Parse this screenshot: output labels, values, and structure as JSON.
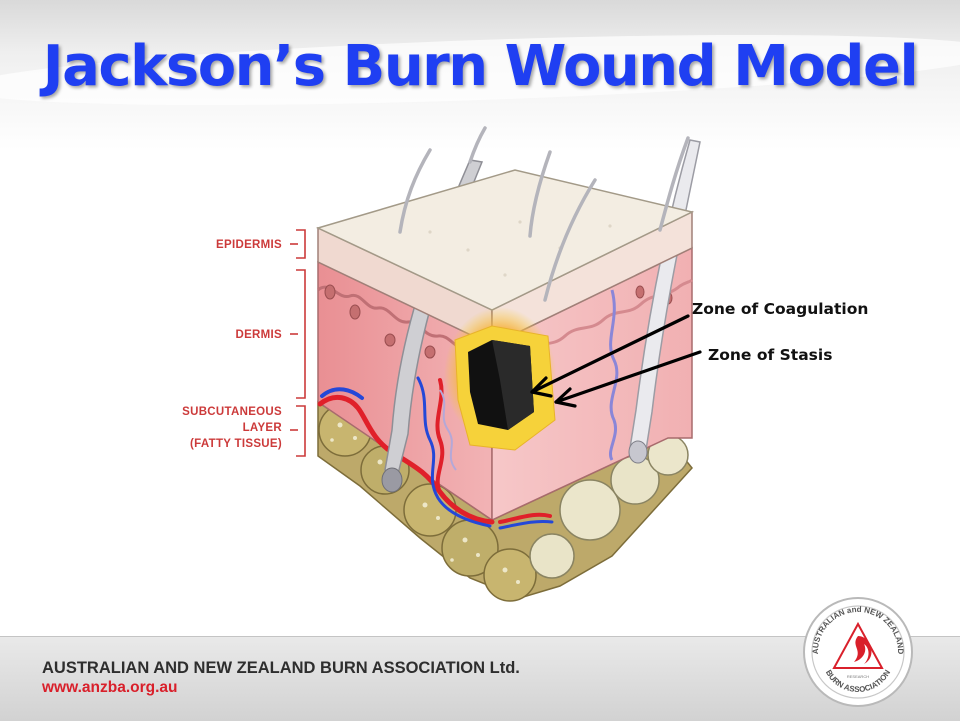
{
  "slide": {
    "title": "Jackson’s Burn Wound Model"
  },
  "diagram": {
    "layer_labels": {
      "epidermis": "EPIDERMIS",
      "dermis": "DERMIS",
      "subcutaneous_line1": "SUBCUTANEOUS",
      "subcutaneous_line2": "LAYER",
      "subcutaneous_line3": "(FATTY TISSUE)"
    },
    "zone_labels": {
      "coagulation": "Zone of Coagulation",
      "stasis": "Zone of Stasis"
    },
    "colors": {
      "title": "#1f3ff2",
      "layer_label": "#cc3a3a",
      "epidermis": "#f3ede2",
      "dermis": "#eea1a4",
      "fat": "#b9a86a",
      "coagulation": "#111111",
      "stasis": "#f6d23a",
      "hyperaemia": "#f39a2a",
      "artery": "#e0202a",
      "vein": "#2448d8"
    }
  },
  "footer": {
    "organization": "AUSTRALIAN AND NEW ZEALAND BURN ASSOCIATION Ltd.",
    "website": "www.anzba.org.au",
    "logo_text_top": "AUSTRALIAN and NEW ZEALAND",
    "logo_text_bottom": "BURN ASSOCIATION",
    "logo_text_inner": "RESEARCH"
  }
}
